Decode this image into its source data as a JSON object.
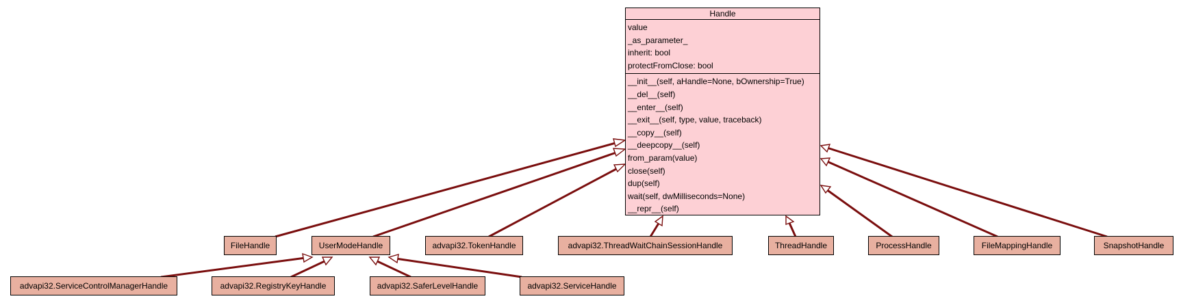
{
  "colors": {
    "edge": "#7a0e0e",
    "main_fill": "#fdd0d5",
    "node_fill": "#e8b0a0"
  },
  "main_class": {
    "name": "Handle",
    "attributes": [
      "value",
      "_as_parameter_",
      "inherit: bool",
      "protectFromClose: bool"
    ],
    "methods": [
      "__init__(self, aHandle=None, bOwnership=True)",
      "__del__(self)",
      "__enter__(self)",
      "__exit__(self, type, value, traceback)",
      "__copy__(self)",
      "__deepcopy__(self)",
      "from_param(value)",
      "close(self)",
      "dup(self)",
      "wait(self, dwMilliseconds=None)",
      "__repr__(self)"
    ]
  },
  "nodes": {
    "file_handle": "FileHandle",
    "user_mode_handle": "UserModeHandle",
    "token_handle": "advapi32.TokenHandle",
    "thread_wait_chain_session_handle": "advapi32.ThreadWaitChainSessionHandle",
    "thread_handle": "ThreadHandle",
    "process_handle": "ProcessHandle",
    "file_mapping_handle": "FileMappingHandle",
    "snapshot_handle": "SnapshotHandle",
    "service_control_manager_handle": "advapi32.ServiceControlManagerHandle",
    "registry_key_handle": "advapi32.RegistryKeyHandle",
    "safer_level_handle": "advapi32.SaferLevelHandle",
    "service_handle": "advapi32.ServiceHandle"
  }
}
